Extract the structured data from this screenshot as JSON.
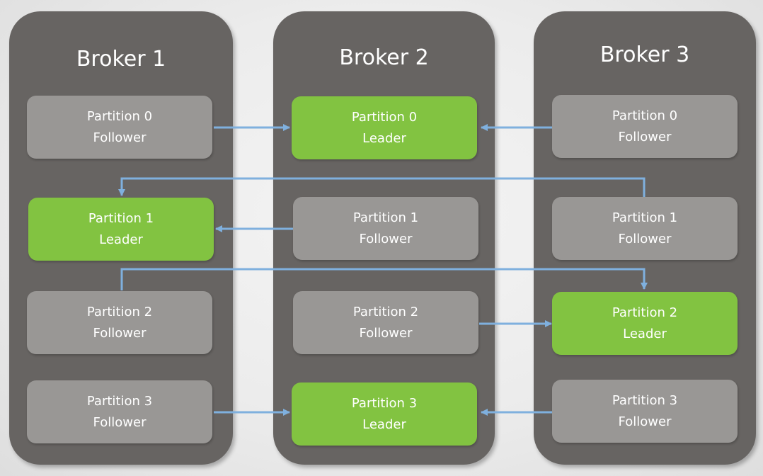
{
  "brokers": [
    {
      "name": "Broker 1",
      "partitions": [
        {
          "name": "Partition 0",
          "role": "Follower"
        },
        {
          "name": "Partition 1",
          "role": "Leader"
        },
        {
          "name": "Partition 2",
          "role": "Follower"
        },
        {
          "name": "Partition 3",
          "role": "Follower"
        }
      ]
    },
    {
      "name": "Broker 2",
      "partitions": [
        {
          "name": "Partition 0",
          "role": "Leader"
        },
        {
          "name": "Partition 1",
          "role": "Follower"
        },
        {
          "name": "Partition 2",
          "role": "Follower"
        },
        {
          "name": "Partition 3",
          "role": "Leader"
        }
      ]
    },
    {
      "name": "Broker 3",
      "partitions": [
        {
          "name": "Partition 0",
          "role": "Follower"
        },
        {
          "name": "Partition 1",
          "role": "Follower"
        },
        {
          "name": "Partition 2",
          "role": "Leader"
        },
        {
          "name": "Partition 3",
          "role": "Follower"
        }
      ]
    }
  ],
  "colors": {
    "broker_bg": "#676462",
    "follower_bg": "#999795",
    "leader_bg": "#82c341",
    "arrow": "#7fb0de"
  }
}
